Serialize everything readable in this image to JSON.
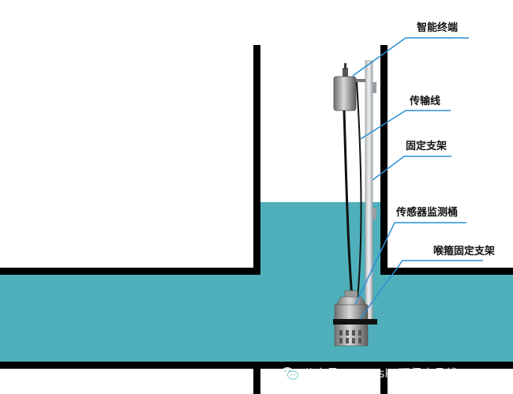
{
  "labels": {
    "smart_terminal": "智能终端",
    "cable": "传输线",
    "fixed_bracket": "固定支架",
    "sensor_bucket": "传感器监测桶",
    "clamp_bracket": "喉箍固定支架"
  },
  "watermark": {
    "icon": "wechat-icon",
    "text": "公众号 · Optosky环保产品线"
  },
  "colors": {
    "water": "#4fb0bb",
    "wall": "#000000",
    "leader_line": "#2a8fd6",
    "pole": "#cfd3d6",
    "device": "#8a8a8a"
  }
}
